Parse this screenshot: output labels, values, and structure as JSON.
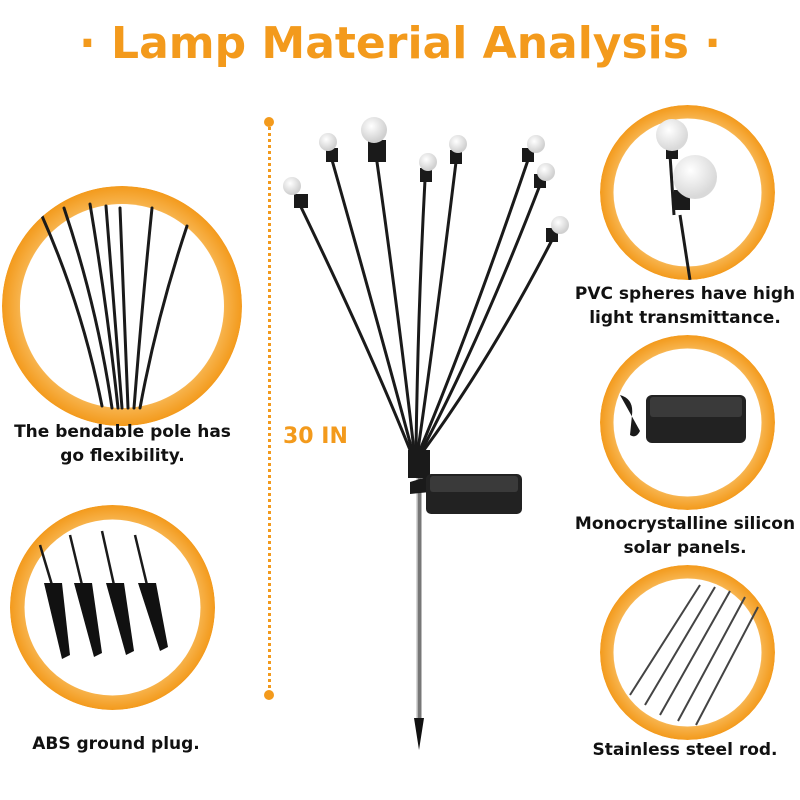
{
  "title": "· Lamp Material Analysis ·",
  "dimension_label": "30 IN",
  "features": {
    "pole": "The bendable pole has go flexibility.",
    "plug": "ABS ground plug.",
    "spheres": "PVC spheres have high light transmittance.",
    "panel": "Monocrystalline silicon solar panels.",
    "rod": "Stainless steel rod."
  },
  "colors": {
    "accent": "#f39a1c",
    "text": "#111111"
  }
}
